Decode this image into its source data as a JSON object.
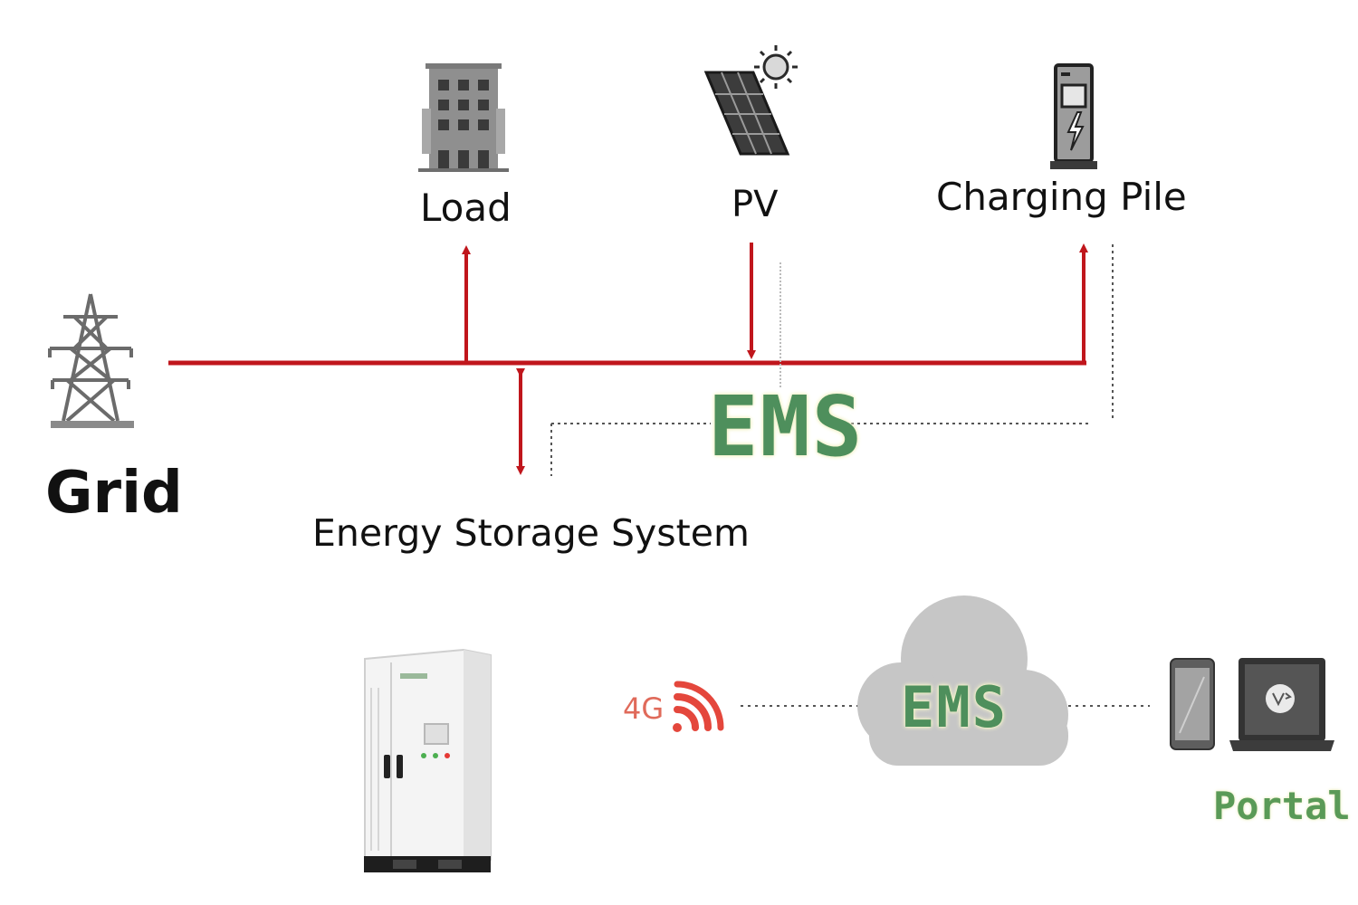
{
  "nodes": {
    "load": "Load",
    "pv": "PV",
    "charging_pile": "Charging Pile",
    "grid": "Grid",
    "energy_storage": "Energy Storage System",
    "ems_main": "EMS",
    "ems_cloud": "EMS",
    "portal": "Portal",
    "signal": "4G"
  },
  "colors": {
    "power_line": "#c0161c",
    "ems_text": "#4e8f5c",
    "cloud": "#c6c6c6",
    "signal": "#e4473c",
    "icon_gray": "#666666"
  },
  "icons": [
    "transmission-tower-icon",
    "building-icon",
    "solar-panel-icon",
    "sun-icon",
    "charging-pile-icon",
    "battery-cabinet-icon",
    "wifi-signal-icon",
    "cloud-icon",
    "smartphone-icon",
    "laptop-icon"
  ]
}
